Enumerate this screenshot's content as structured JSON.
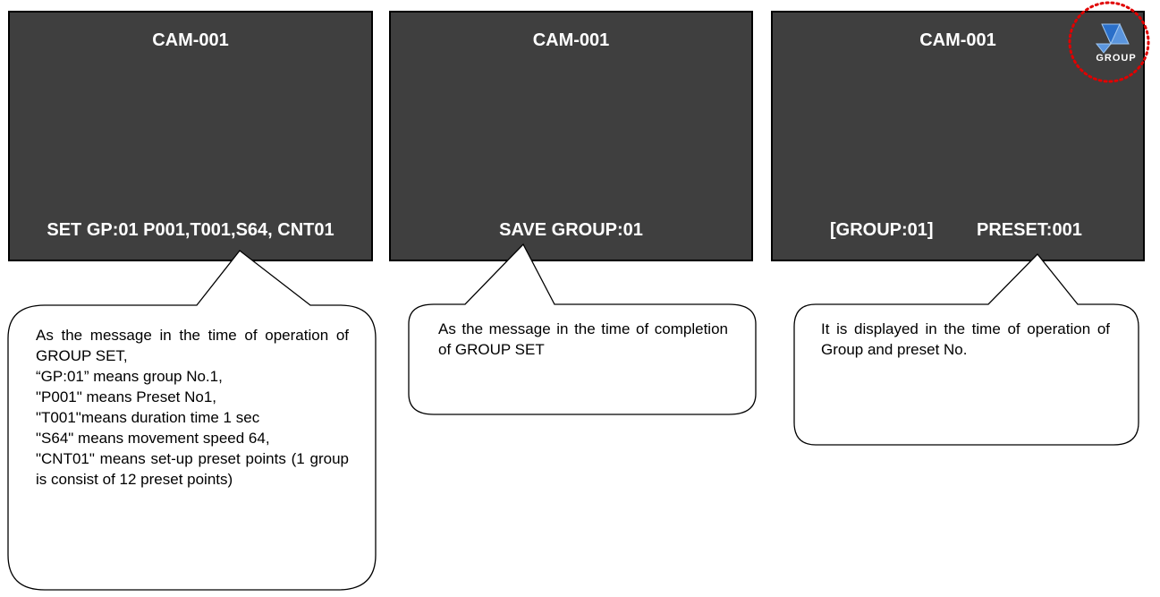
{
  "screens": [
    {
      "camera_title": "CAM-001",
      "osd_message": "SET GP:01 P001,T001,S64, CNT01"
    },
    {
      "camera_title": "CAM-001",
      "osd_message": "SAVE GROUP:01"
    },
    {
      "camera_title": "CAM-001",
      "osd_group": "[GROUP:01]",
      "osd_preset": "PRESET:001",
      "icon_label": "GROUP"
    }
  ],
  "callouts": [
    {
      "text": "As the message in the time of operation of GROUP SET,\n“GP:01” means group No.1,\n\"P001\" means Preset No1,\n\"T001\"means duration time 1 sec\n\"S64\" means movement speed 64,\n\"CNT01\" means set-up preset points (1 group is consist of 12 preset points)"
    },
    {
      "text": "As the message in the time of completion of GROUP SET"
    },
    {
      "text": "It is displayed in the time of operation of Group and preset No."
    }
  ],
  "colors": {
    "screen_background": "#3f3f3f",
    "screen_text": "#ffffff",
    "highlight_circle": "#e00000",
    "icon_blue": "#2a6fc9"
  }
}
